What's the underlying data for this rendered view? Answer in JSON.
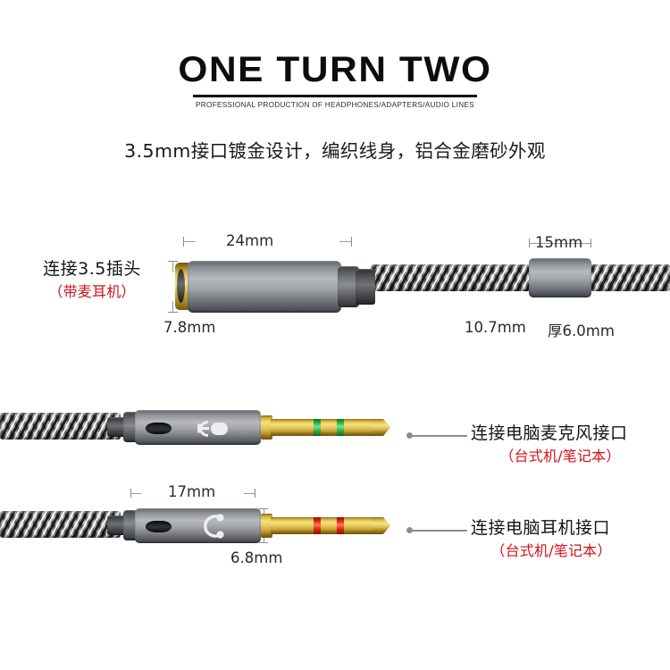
{
  "header": {
    "title": "ONE TURN TWO",
    "subtitle": "PROFESSIONAL PRODUCTION OF HEADPHONES/ADAPTERS/AUDIO LINES",
    "description": "3.5mm接口镀金设计，编织线身，铝合金磨砂外观"
  },
  "sections": {
    "female_jack": {
      "callout_line1": "连接3.5插头",
      "callout_line2": "（带麦耳机）",
      "length_label": "24mm",
      "diameter_label": "7.8mm"
    },
    "splitter": {
      "width_label": "15mm",
      "cable_label": "10.7mm",
      "thickness_label": "厚6.0mm"
    },
    "mic_plug": {
      "icon": "microphone-icon",
      "ring_color": "#2fae42",
      "callout_line1": "连接电脑麦克风接口",
      "callout_line2": "（台式机/笔记本）"
    },
    "headphone_plug": {
      "icon": "headphone-icon",
      "ring_color": "#dd2d18",
      "length_label": "17mm",
      "diameter_label": "6.8mm",
      "callout_line1": "连接电脑耳机接口",
      "callout_line2": "（台式机/笔记本）"
    }
  },
  "colors": {
    "accent_red": "#d0121b",
    "text_dark": "#141414",
    "gold": "#e8cf63",
    "metal": "#8e9196"
  }
}
